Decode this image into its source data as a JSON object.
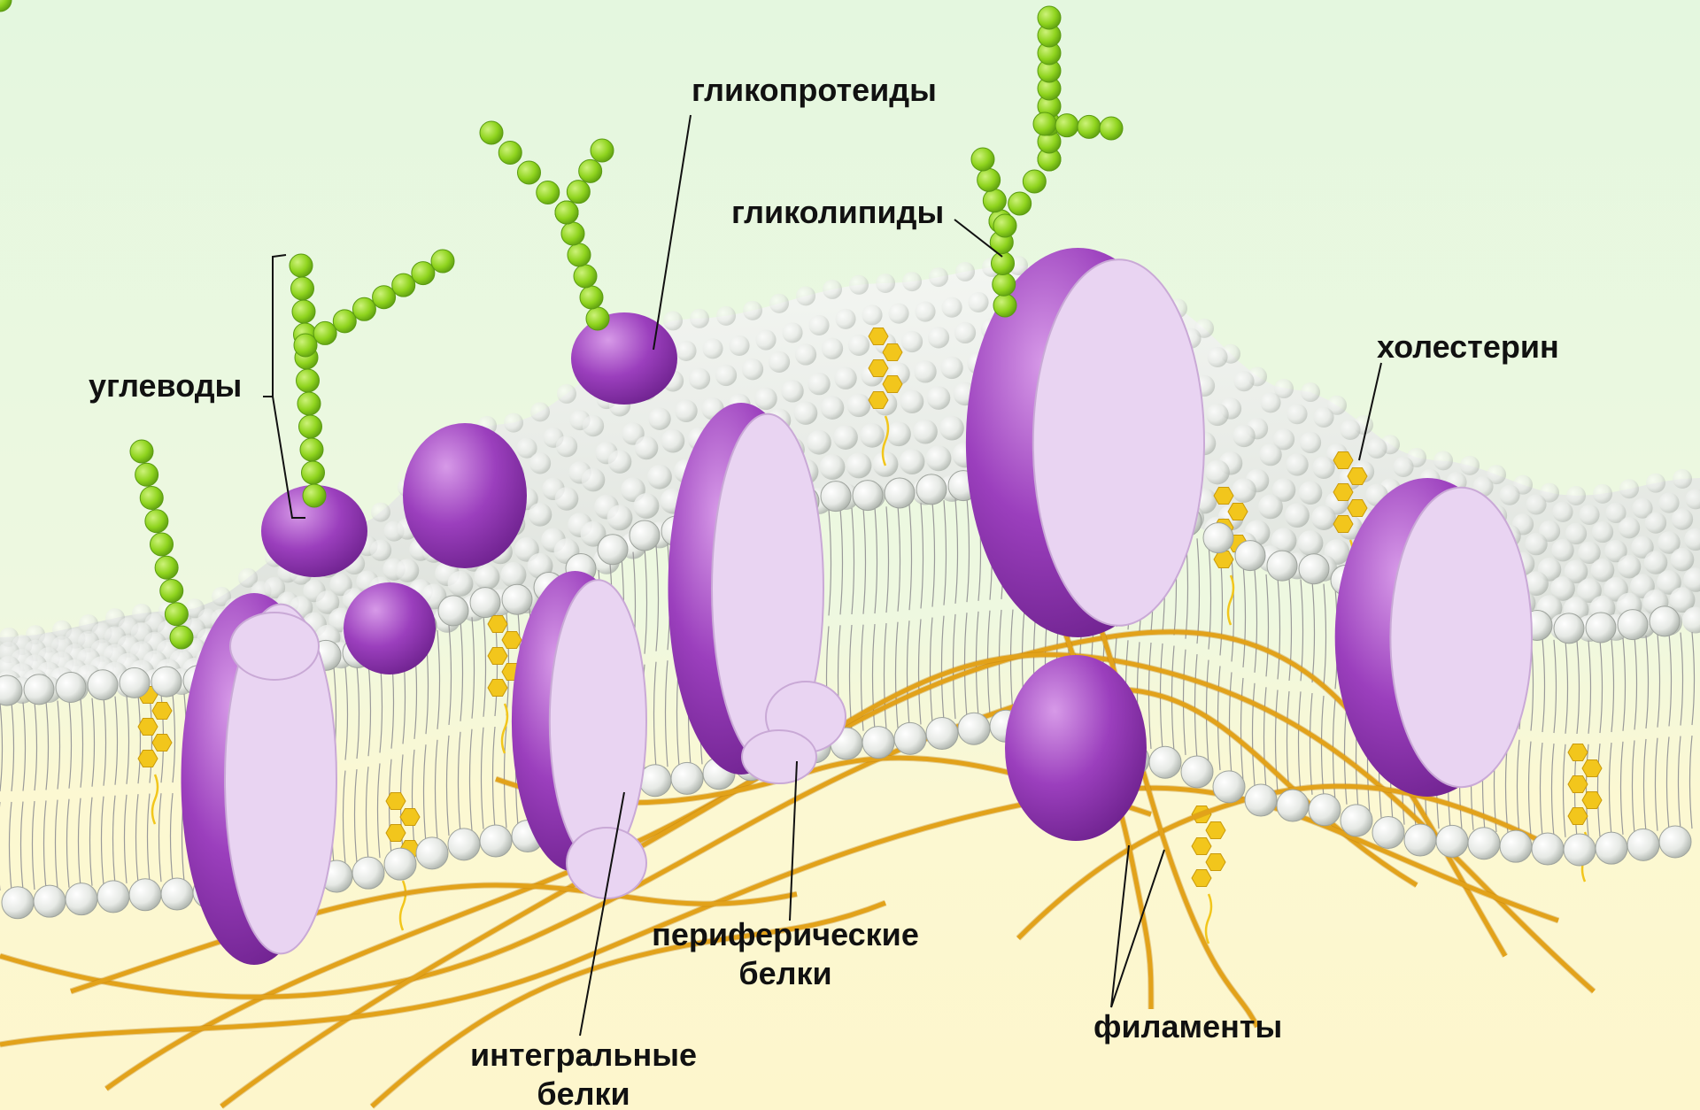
{
  "labels": {
    "carbohydrates": "углеводы",
    "glycoproteins": "гликопротеиды",
    "glycolipids": "гликолипиды",
    "cholesterol": "холестерин",
    "peripheral_proteins": [
      "периферические",
      "белки"
    ],
    "integral_proteins": [
      "интегральные",
      "белки"
    ],
    "filaments": "филаменты"
  },
  "colors": {
    "background_top": "#e4f7df",
    "background_bottom": "#fcf8d2",
    "lipid_head": "#e9ece8",
    "protein_light": "#e9d4f2",
    "protein_dark": "#8a2fa8",
    "carbohydrate": "#8fd41e",
    "cholesterol": "#f2c61c",
    "filament": "#e2a21a"
  }
}
